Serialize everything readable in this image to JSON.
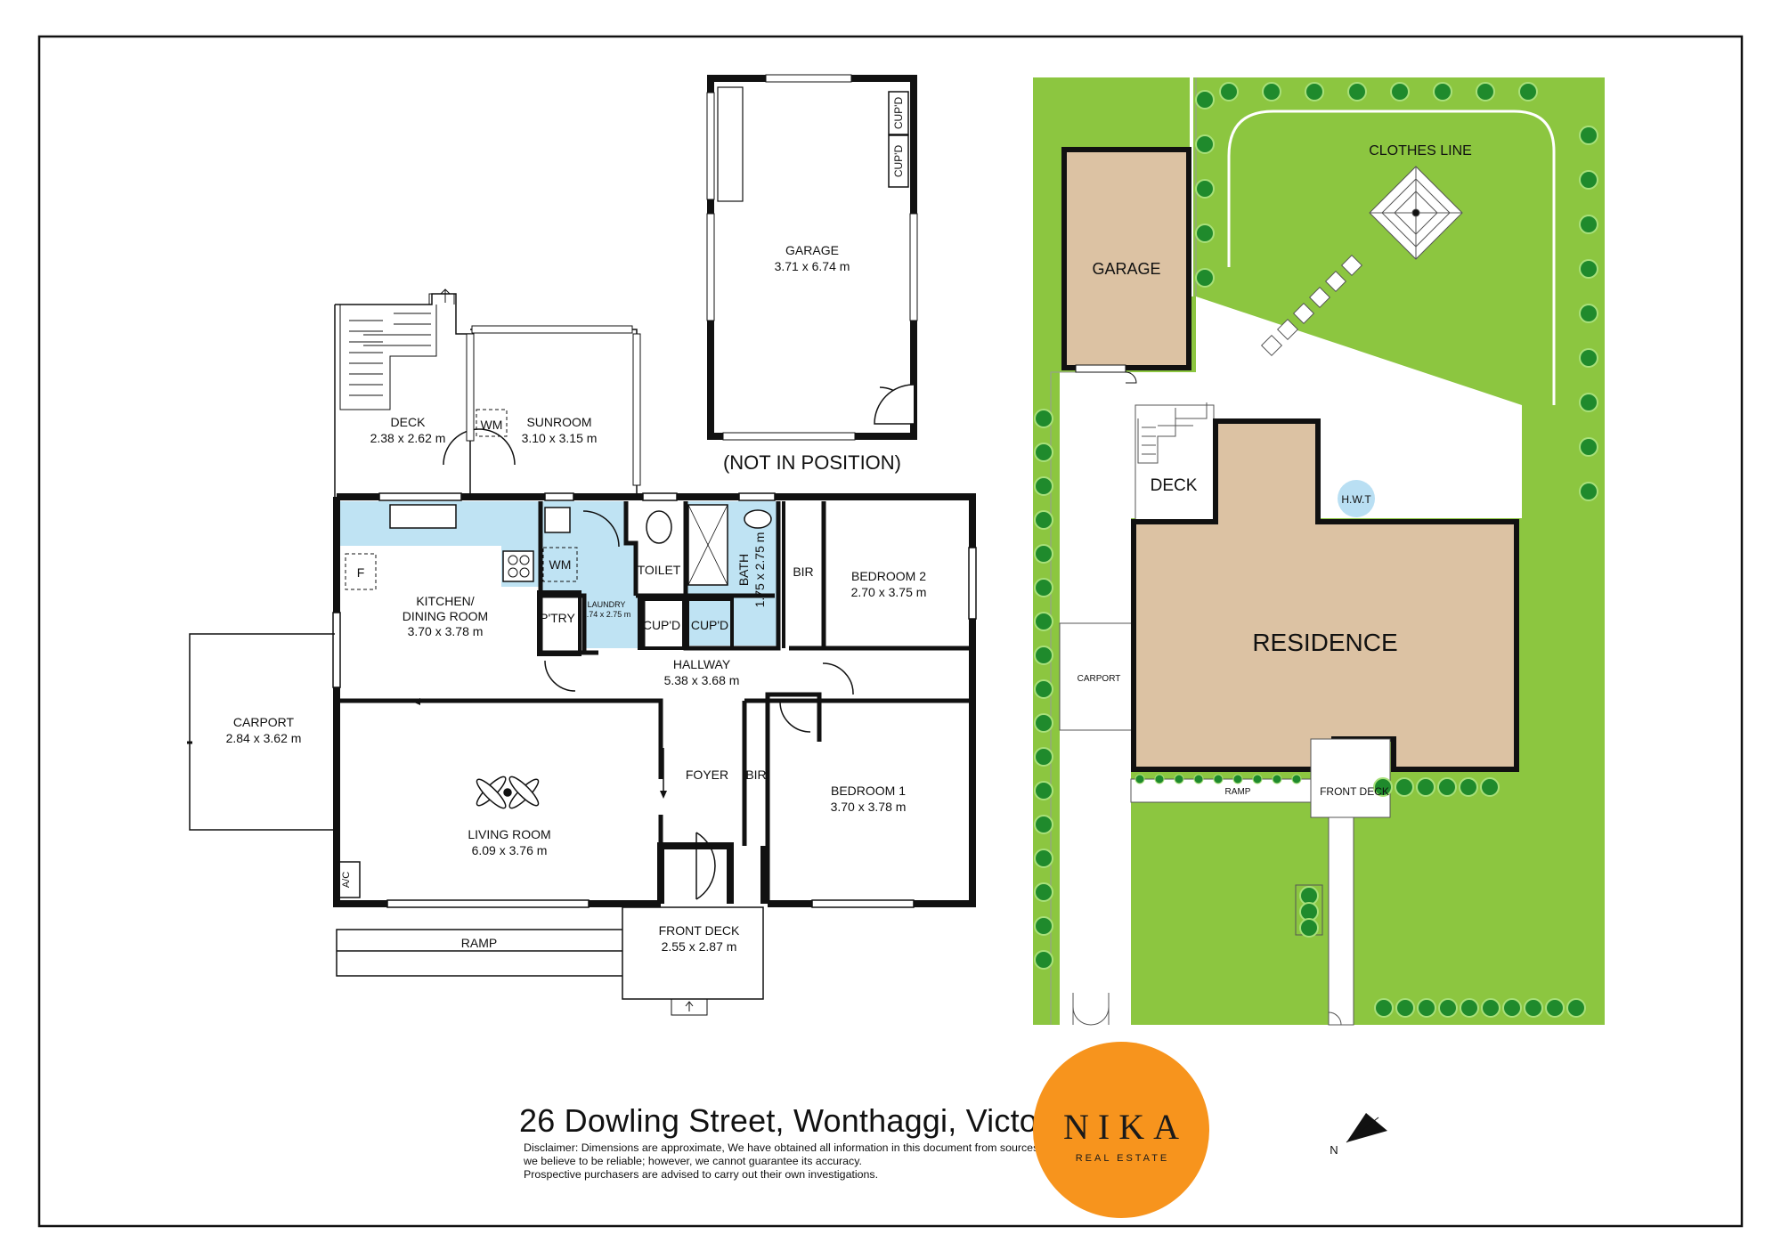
{
  "floor_plan": {
    "rooms": {
      "deck": {
        "name": "DECK",
        "dims": "2.38 x 2.62 m"
      },
      "sunroom": {
        "name": "SUNROOM",
        "dims": "3.10 x 3.15 m"
      },
      "wm_sunroom": "WM",
      "garage": {
        "name": "GARAGE",
        "dims": "3.71 x 6.74 m"
      },
      "garage_note": "(NOT IN POSITION)",
      "cupd": "CUP'D",
      "kitchen": {
        "name_line1": "KITCHEN/",
        "name_line2": "DINING ROOM",
        "dims": "3.70 x 3.78 m"
      },
      "fridge": "F",
      "wm_laundry": "WM",
      "pantry": "P'TRY",
      "laundry": {
        "name": "LAUNDRY",
        "dims": "1.74 x 2.75 m"
      },
      "toilet": "TOILET",
      "bath": {
        "name": "BATH",
        "dims": "1.75 x 2.75 m"
      },
      "bir": "BIR",
      "bedroom2": {
        "name": "BEDROOM 2",
        "dims": "2.70 x 3.75 m"
      },
      "hallway": {
        "name": "HALLWAY",
        "dims": "5.38 x 3.68 m"
      },
      "carport": {
        "name": "CARPORT",
        "dims": "2.84 x 3.62 m"
      },
      "living": {
        "name": "LIVING ROOM",
        "dims": "6.09 x 3.76 m"
      },
      "ac": "A/C",
      "foyer": "FOYER",
      "bedroom1": {
        "name": "BEDROOM 1",
        "dims": "3.70 x 3.78 m"
      },
      "front_deck": {
        "name": "FRONT DECK",
        "dims": "2.55 x 2.87 m"
      },
      "ramp": "RAMP"
    }
  },
  "site_plan": {
    "garage": "GARAGE",
    "clothes_line": "CLOTHES LINE",
    "deck": "DECK",
    "hwt": "H.W.T",
    "residence": "RESIDENCE",
    "carport": "CARPORT",
    "ramp": "RAMP",
    "front_deck": "FRONT DECK"
  },
  "footer": {
    "address": "26 Dowling Street, Wonthaggi, Victoria",
    "disclaimer": [
      "Disclaimer: Dimensions are approximate, We have obtained all information in this document from sources",
      "we believe to be reliable; however, we cannot guarantee its accuracy.",
      " Prospective purchasers are advised to carry out their own investigations."
    ],
    "logo_name": "NIKA",
    "logo_sub": "REAL ESTATE",
    "north": "N"
  },
  "colors": {
    "wet_area": "#bfe3f3",
    "lawn": "#8cc640",
    "building": "#dcc2a3",
    "hwt": "#b9dff3",
    "logo": "#f7941d",
    "tree": "#1f8a2c"
  }
}
